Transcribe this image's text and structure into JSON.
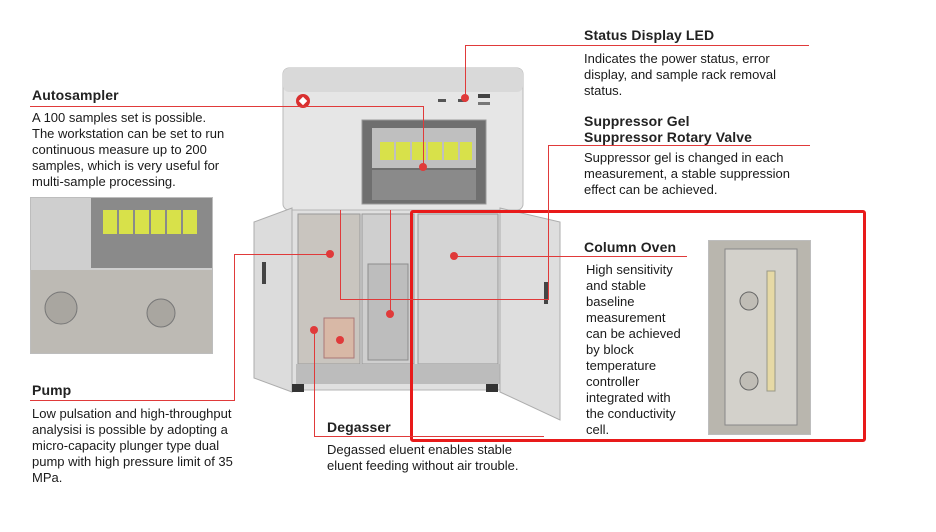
{
  "callouts": {
    "status_led": {
      "title": "Status Display LED",
      "lines": [
        "Indicates the power status, error",
        "display, and sample rack removal",
        "status."
      ]
    },
    "autosampler": {
      "title": "Autosampler",
      "lines": [
        "A 100 samples set is possible.",
        "The workstation can be set to run",
        "continuous measure up to 200",
        "samples, which is very useful for",
        "multi-sample processing."
      ]
    },
    "suppressor": {
      "title_line1": "Suppressor Gel",
      "title_line2": "Suppressor Rotary Valve",
      "lines": [
        "Suppressor gel is changed in each",
        "measurement, a stable suppression",
        "effect can be achieved."
      ]
    },
    "column_oven": {
      "title": "Column Oven",
      "lines": [
        "High sensitivity",
        "and stable",
        "baseline",
        "measurement",
        "can be achieved",
        "by block",
        "temperature",
        "controller",
        "integrated with",
        "the conductivity",
        "cell."
      ]
    },
    "pump": {
      "title": "Pump",
      "lines": [
        "Low pulsation and high-throughput",
        "analysisi is possible by adopting a",
        "micro-capacity plunger type dual",
        "pump with high pressure limit of 35",
        "MPa."
      ]
    },
    "degasser": {
      "title": "Degasser",
      "lines": [
        "Degassed eluent enables stable",
        "eluent feeding without air trouble."
      ]
    }
  },
  "colors": {
    "leader": "#e03a3a",
    "highlight": "#e81a1a",
    "cabinet": "#e4e4e4",
    "panel": "#d6d6d6",
    "reagent": "#d8e14a"
  }
}
